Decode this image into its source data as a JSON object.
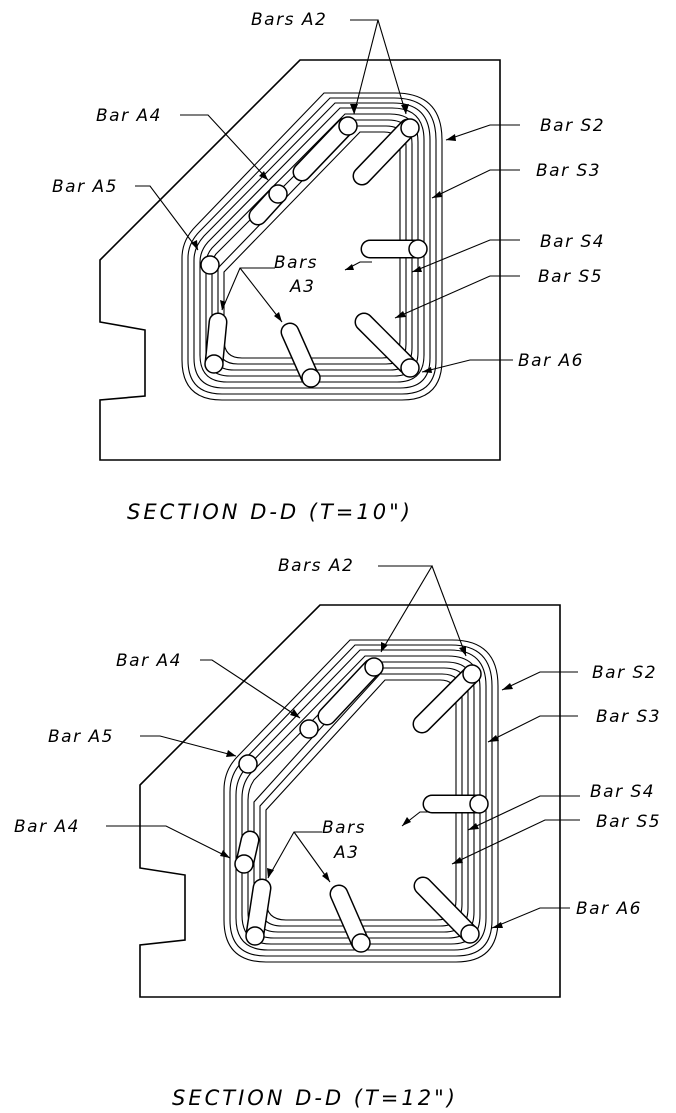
{
  "sections": [
    {
      "title": "SECTION D-D   (T=10\")",
      "labels": {
        "bars_a2": "Bars A2",
        "bar_a4": "Bar A4",
        "bar_a5": "Bar A5",
        "bars_a3_line1": "Bars",
        "bars_a3_line2": "A3",
        "bar_s2": "Bar S2",
        "bar_s3": "Bar S3",
        "bar_s4": "Bar S4",
        "bar_s5": "Bar S5",
        "bar_a6": "Bar A6"
      }
    },
    {
      "title": "SECTION D-D   (T=12\")",
      "labels": {
        "bars_a2": "Bars A2",
        "bar_a4": "Bar A4",
        "bar_a5": "Bar A5",
        "bar_a4_lower": "Bar A4",
        "bars_a3_line1": "Bars",
        "bars_a3_line2": "A3",
        "bar_s2": "Bar S2",
        "bar_s3": "Bar S3",
        "bar_s4": "Bar S4",
        "bar_s5": "Bar S5",
        "bar_a6": "Bar A6"
      }
    }
  ]
}
